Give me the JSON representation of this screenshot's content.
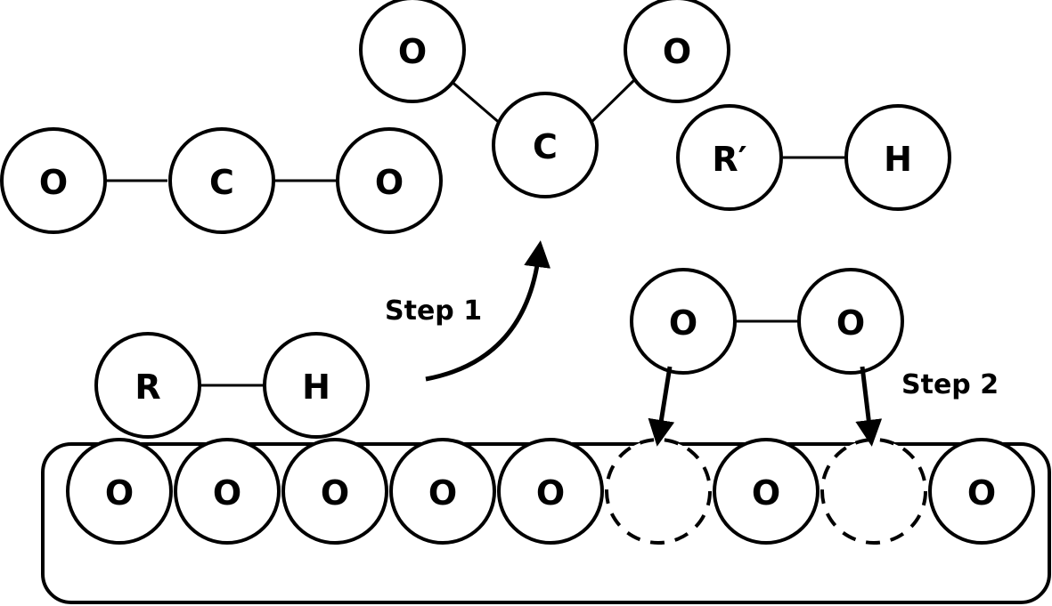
{
  "diagram": {
    "co2_linear": {
      "atoms": [
        "O",
        "C",
        "O"
      ]
    },
    "co2_bent": {
      "atoms": [
        "O",
        "C",
        "O"
      ]
    },
    "r_prime_h": {
      "atoms": [
        "R′",
        "H"
      ]
    },
    "rh": {
      "atoms": [
        "R",
        "H"
      ]
    },
    "o2": {
      "atoms": [
        "O",
        "O"
      ]
    },
    "surface": {
      "sites": [
        {
          "label": "O",
          "vacancy": false
        },
        {
          "label": "O",
          "vacancy": false
        },
        {
          "label": "O",
          "vacancy": false
        },
        {
          "label": "O",
          "vacancy": false
        },
        {
          "label": "O",
          "vacancy": false
        },
        {
          "label": "",
          "vacancy": true
        },
        {
          "label": "O",
          "vacancy": false
        },
        {
          "label": "",
          "vacancy": true
        },
        {
          "label": "O",
          "vacancy": false
        }
      ]
    },
    "steps": {
      "step1": "Step 1",
      "step2": "Step 2"
    }
  }
}
